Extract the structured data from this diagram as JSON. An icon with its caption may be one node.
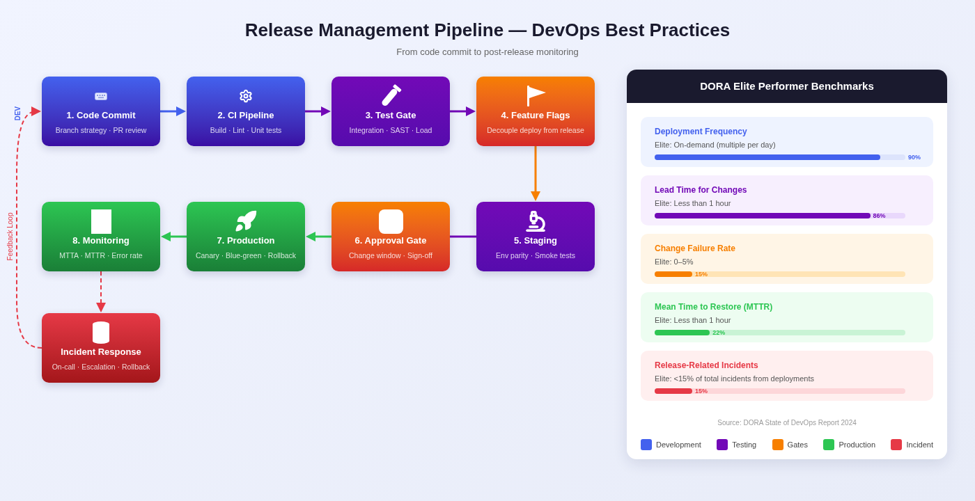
{
  "diagram": {
    "title": "Release Management Pipeline — DevOps Best Practices",
    "nodes": [
      {
        "text": [
          "1. Code Commit",
          "Branch strategy · PR review"
        ],
        "beside": [
          "DEV"
        ]
      },
      {
        "text": [
          "2. CI Pipeline",
          "Build · Lint · Unit tests"
        ]
      },
      {
        "text": [
          "3. Test Gate",
          "Integration · SAST · Load"
        ]
      },
      {
        "text": [
          "4. Feature Flags",
          "Decouple deploy from release"
        ]
      },
      {
        "text": [
          "5. Staging",
          "Env parity · Smoke tests"
        ]
      },
      {
        "text": [
          "6. Approval Gate",
          "Change window · Sign-off"
        ]
      },
      {
        "text": [
          "7. Production",
          "Canary · Blue-green · Rollback"
        ]
      },
      {
        "text": [
          "8. Monitoring",
          "MTTA · MTTR · Error rate"
        ]
      },
      {
        "text": [
          "Incident Response",
          "On-call · Escalation · Rollback"
        ]
      },
      {
        "text": [
          "DORA Elite Performer Benchmarks",
          "Source: DORA State of DevOps Report 2024"
        ]
      },
      {
        "text": [
          "Deployment Frequency",
          "Elite: On-demand (multiple per day)",
          "90%"
        ],
        "in": 9
      },
      {
        "text": [
          "Lead Time for Changes",
          "Elite: Less than 1 hour",
          "86%"
        ],
        "in": 9
      },
      {
        "text": [
          "Change Failure Rate",
          "Elite: 0–5%",
          "15%"
        ],
        "in": 9
      },
      {
        "text": [
          "Mean Time to Restore (MTTR)",
          "Elite: Less than 1 hour",
          "22%"
        ],
        "in": 9
      },
      {
        "text": [
          "Release-Related Incidents",
          "Elite: <15% of total incidents from deployments",
          "15%"
        ],
        "in": 9
      }
    ],
    "edges": [
      {
        "from": 0,
        "to": 1,
        "arrow": "to",
        "color": "#4361ee"
      },
      {
        "from": 1,
        "to": 2,
        "arrow": "to",
        "color": "#7209b7"
      },
      {
        "from": 2,
        "to": 3,
        "arrow": "to",
        "color": "#7209b7"
      },
      {
        "from": 3,
        "to": 4,
        "arrow": "to",
        "color": "#f77f00"
      },
      {
        "from": 4,
        "to": 5,
        "arrow": "none",
        "color": "#7209b7"
      },
      {
        "from": 5,
        "to": 6,
        "arrow": "to",
        "color": "#2dc653"
      },
      {
        "from": 6,
        "to": 7,
        "arrow": "to",
        "color": "#2dc653"
      },
      {
        "from": 7,
        "to": 8,
        "arrow": "to",
        "style": "dashed",
        "color": "#e63946"
      },
      {
        "from": 8,
        "to": 0,
        "arrow": "to",
        "style": "dashed",
        "color": "#e63946",
        "label": "Feedback Loop"
      }
    ],
    "labels": [
      "From code commit to post-release monitoring"
    ],
    "legend": [
      {
        "text": "Development",
        "color": "#4361ee"
      },
      {
        "text": "Testing",
        "color": "#7209b7"
      },
      {
        "text": "Gates",
        "color": "#f77f00"
      },
      {
        "text": "Production",
        "color": "#2dc653"
      },
      {
        "text": "Incident",
        "color": "#e63946"
      }
    ]
  }
}
